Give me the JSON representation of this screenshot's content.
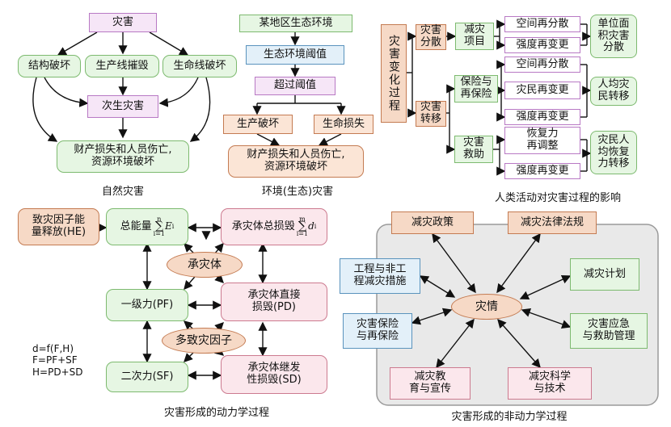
{
  "natural": {
    "top": "灾害",
    "mid": [
      "结构破坏",
      "生产线摧毁",
      "生命线破坏"
    ],
    "secondary": "次生灾害",
    "bottom": "财产损失和人员伤亡,\n资源环境破坏",
    "caption": "自然灾害"
  },
  "environment": {
    "top": "某地区生态环境",
    "threshold": "生态环境阈值",
    "exceed": "超过阈值",
    "left": "生产破坏",
    "right": "生命损失",
    "bottom": "财产损失和人员伤亡,\n资源环境破坏",
    "caption": "环境(生态)灾害"
  },
  "human": {
    "root": "灾害变化过程",
    "disperse": "灾害\n分散",
    "transfer": "灾害\n转移",
    "mitigation_project": "减灾\n项目",
    "insurance": "保险与\n再保险",
    "rescue": "灾害\n救助",
    "space_redist_1": "空间再分散",
    "intensity_change_1": "强度再变更",
    "space_redist_2": "空间再分散",
    "victims_change": "灾民再变更",
    "intensity_change_2": "强度再变更",
    "recovery": "恢复力\n再调整",
    "intensity_change_3": "强度再变更",
    "out_unit_area": "单位面\n积灾害\n分散",
    "out_per_capita": "人均灾\n民转移",
    "out_victim_recovery": "灾民人\n均恢复\n力转移",
    "caption": "人类活动对灾害过程的影响"
  },
  "dynamics": {
    "he": "致灾因子能\n量释放(HE)",
    "total_energy": "总能量",
    "total_damage": "承灾体总损毁",
    "carrier": "承灾体",
    "pf": "一级力(PF)",
    "pd": "承灾体直接\n损毁(PD)",
    "multi": "多致灾因子",
    "sf": "二次力(SF)",
    "sd": "承灾体继发\n性损毁(SD)",
    "formula": [
      "d=f(F,H)",
      "F=PF+SF",
      "H=PD+SD"
    ],
    "sum_e_top": "n",
    "sum_e_var": "E",
    "sum_e_sub": "i",
    "sum_e_bottom": "i=1",
    "sum_d_top": "m",
    "sum_d_var": "d",
    "sum_d_sub": "i",
    "sum_d_bottom": "i=1",
    "caption": "灾害形成的动力学过程"
  },
  "nondynamics": {
    "center": "灾情",
    "policy": "减灾政策",
    "law": "减灾法律法规",
    "engineering": "工程与非工\n程减灾措施",
    "plan": "减灾计划",
    "insurance": "灾害保险\n与再保险",
    "emergency": "灾害应急\n与救助管理",
    "education": "减灾教\n育与宣传",
    "science": "减灾科学\n与技术",
    "caption": "灾害形成的非动力学过程"
  }
}
